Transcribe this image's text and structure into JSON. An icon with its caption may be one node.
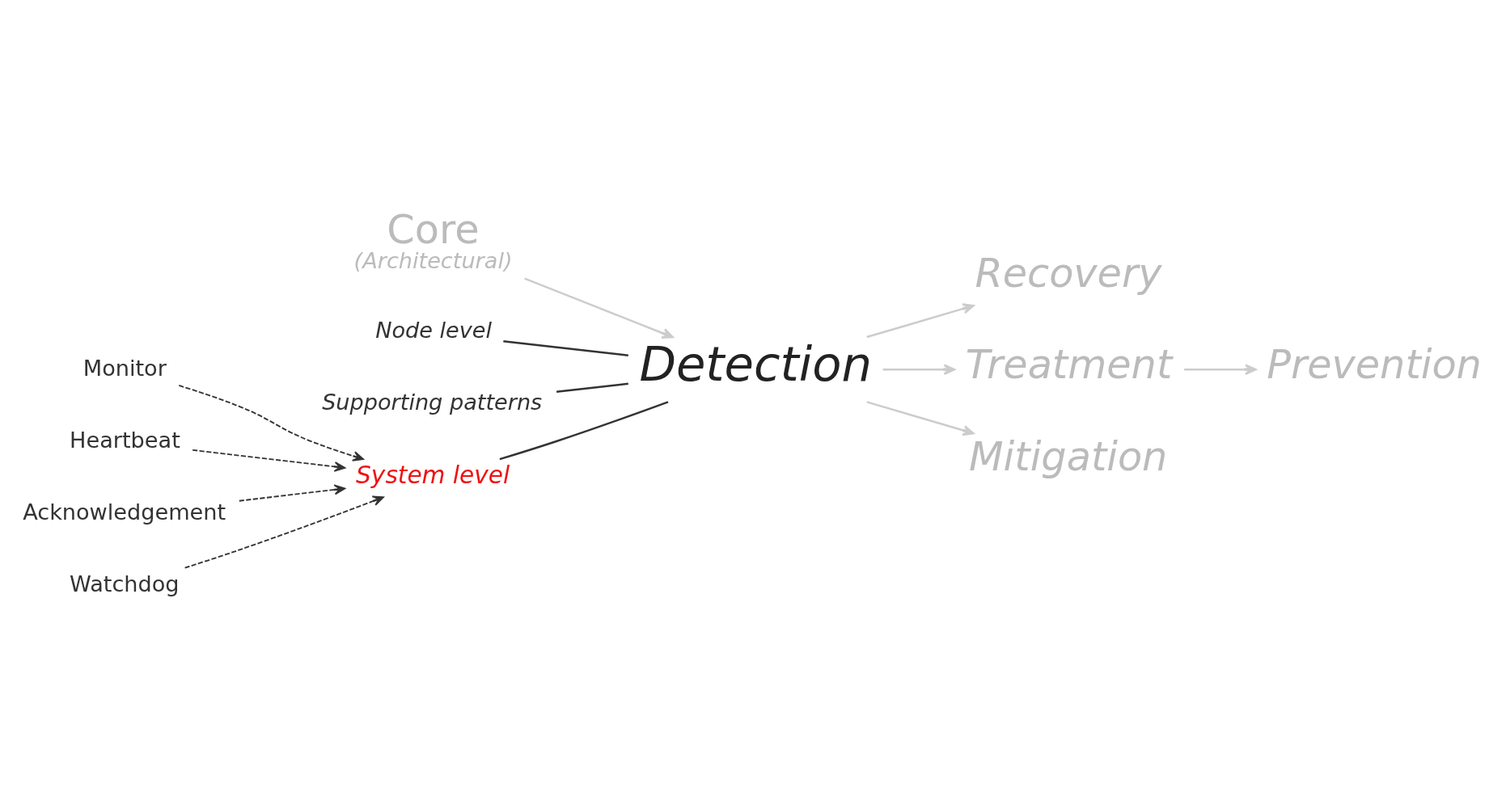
{
  "diagram": {
    "nodes": [
      {
        "text": [
          "Core",
          "(Architectural)"
        ]
      },
      {
        "text": [
          "Detection"
        ]
      },
      {
        "text": [
          "Recovery"
        ]
      },
      {
        "text": [
          "Treatment"
        ]
      },
      {
        "text": [
          "Prevention"
        ]
      },
      {
        "text": [
          "Mitigation"
        ]
      },
      {
        "text": [
          "Node level"
        ]
      },
      {
        "text": [
          "Supporting patterns"
        ]
      },
      {
        "text": [
          "System level"
        ]
      },
      {
        "text": [
          "Monitor"
        ]
      },
      {
        "text": [
          "Heartbeat"
        ]
      },
      {
        "text": [
          "Acknowledgement"
        ]
      },
      {
        "text": [
          "Watchdog"
        ]
      }
    ],
    "edges": [
      {
        "from": 0,
        "to": 1,
        "arrow": "to",
        "color": "#cccccc"
      },
      {
        "from": 1,
        "to": 2,
        "arrow": "to",
        "color": "#cccccc"
      },
      {
        "from": 1,
        "to": 3,
        "arrow": "to",
        "color": "#cccccc"
      },
      {
        "from": 3,
        "to": 4,
        "arrow": "to",
        "color": "#cccccc"
      },
      {
        "from": 1,
        "to": 5,
        "arrow": "to",
        "color": "#cccccc"
      },
      {
        "from": 6,
        "to": 1,
        "arrow": "none"
      },
      {
        "from": 7,
        "to": 1,
        "arrow": "none"
      },
      {
        "from": 8,
        "to": 1,
        "arrow": "none"
      },
      {
        "from": 9,
        "to": 8,
        "arrow": "to",
        "style": "dashed"
      },
      {
        "from": 10,
        "to": 8,
        "arrow": "to",
        "style": "dashed"
      },
      {
        "from": 11,
        "to": 8,
        "arrow": "to",
        "style": "dashed"
      },
      {
        "from": 12,
        "to": 8,
        "arrow": "to",
        "style": "dashed"
      }
    ]
  }
}
